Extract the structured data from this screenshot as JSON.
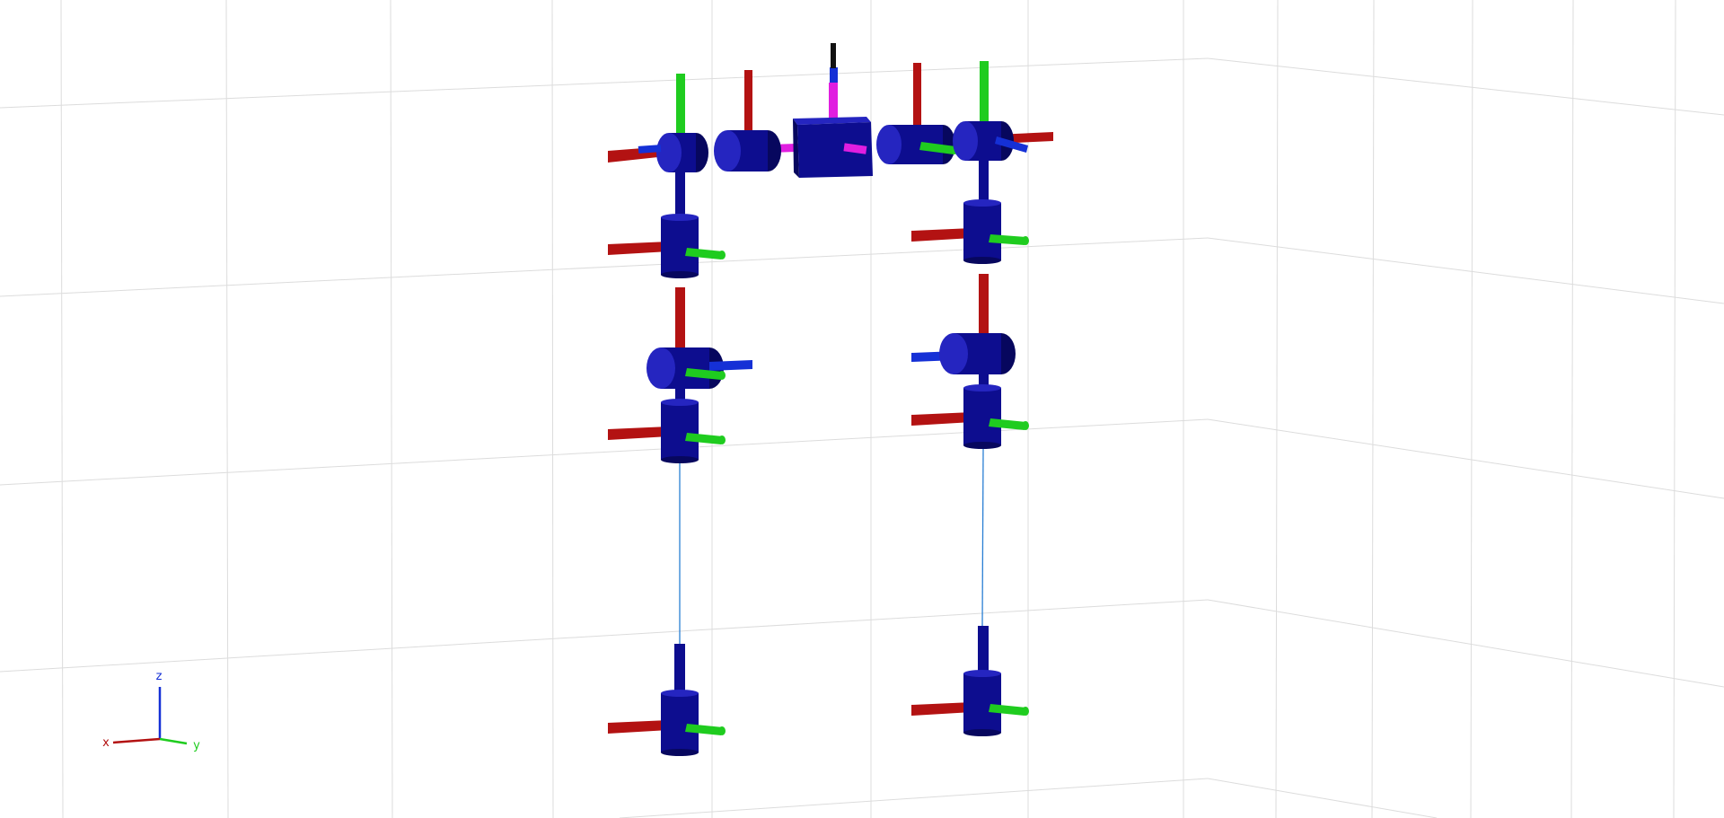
{
  "viewer": {
    "colors": {
      "background": "#ffffff",
      "grid": "#dcdcdc",
      "link_body": "#0d0d8f",
      "link_body_dark": "#07075e",
      "link_body_light": "#2525c0",
      "axis_x": "#b31212",
      "axis_y": "#1fcc1f",
      "axis_z": "#1530d6",
      "sensor": "#e01ee0",
      "sensor_tip": "#111111",
      "wire": "#2a7fd4"
    },
    "axes_indicator": {
      "x_label": "x",
      "y_label": "y",
      "z_label": "z"
    }
  }
}
